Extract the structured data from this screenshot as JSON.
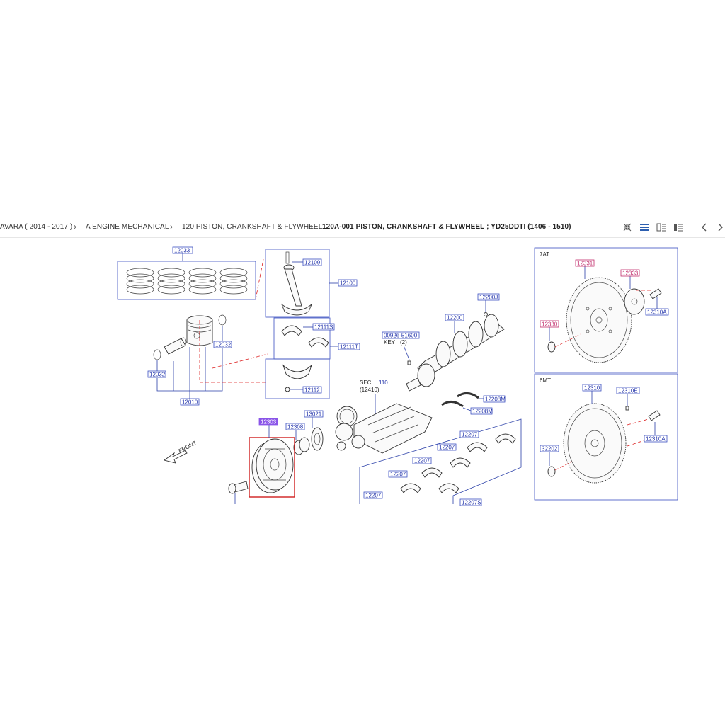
{
  "breadcrumb": {
    "items": [
      {
        "label": "AVARA ( 2014 - 2017 )"
      },
      {
        "label": "A ENGINE MECHANICAL"
      },
      {
        "label": "120 PISTON, CRANKSHAFT & FLYWHEEL"
      },
      {
        "label": "120A-001 PISTON, CRANKSHAFT & FLYWHEEL ; YD25DDTI (1406 - 1510)"
      }
    ]
  },
  "toolbar": {
    "icons": [
      "collapse-icon",
      "list-icon",
      "split-view-icon",
      "detail-view-icon",
      "prev-icon",
      "next-icon"
    ]
  },
  "diagram": {
    "callouts": {
      "c12033": "12033",
      "c12109": "12109",
      "c12100": "12100",
      "c12111S": "12111S",
      "c12111T": "12111T",
      "c12112": "12112",
      "c12032a": "12032",
      "c12032b": "12032",
      "c12010": "12010",
      "c12200J": "12200J",
      "c12200": "12200",
      "c00926": "00926-51600",
      "c12208M_a": "12208M",
      "c12208M_b": "12208M",
      "c12303": "12303",
      "c12308": "12308",
      "c13021": "13021",
      "c12207_a": "12207",
      "c12207_b": "12207",
      "c12207_c": "12207",
      "c12207_d": "12207",
      "c12207_e": "12207",
      "c12207S": "12207S",
      "c12331": "12331",
      "c12333": "12333",
      "c12330": "12330",
      "c12310A_a": "12310A",
      "c12310": "12310",
      "c12310E": "12310E",
      "c32202": "32202",
      "c12310A_b": "12310A"
    },
    "labels": {
      "key": "KEY",
      "key_qty": "(2)",
      "sec": "SEC.",
      "sec_num": "110",
      "sec_ref": "(12410)",
      "front": "FRONT",
      "panel_7at": "7AT",
      "panel_6mt": "6MT"
    }
  }
}
